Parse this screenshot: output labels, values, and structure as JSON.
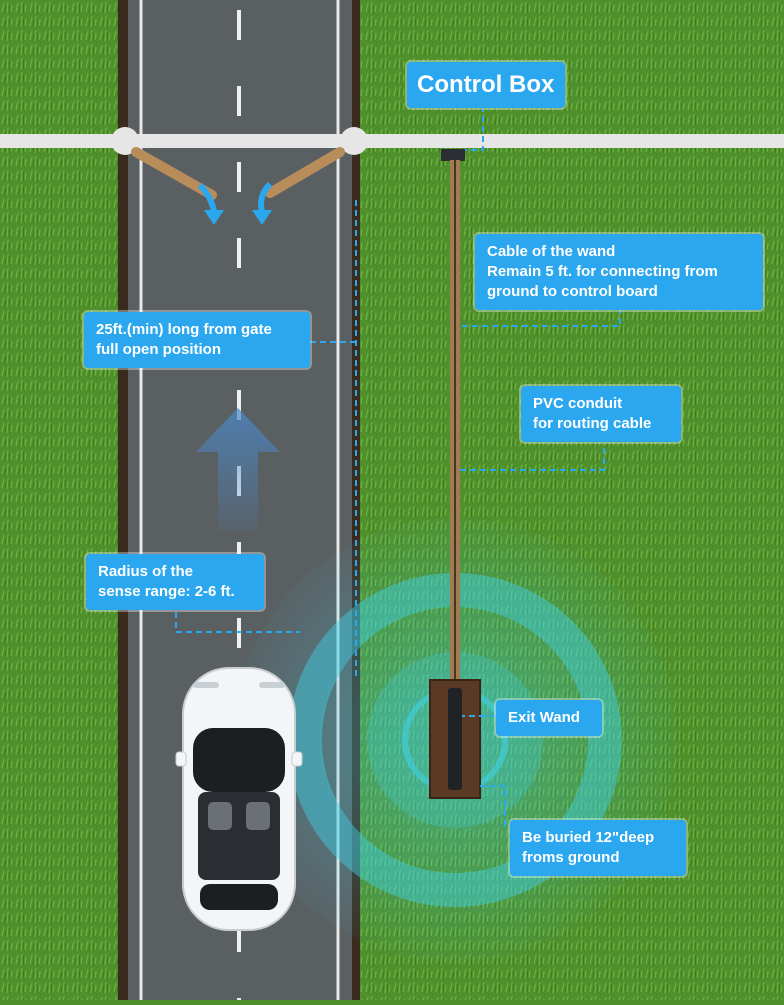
{
  "labels": {
    "control_box": "Control Box",
    "cable": "Cable of the wand\nRemain 5 ft. for connecting from\nground to control board",
    "gate_distance": "25ft.(min) long from gate\nfull open position",
    "pvc": "PVC conduit\nfor routing cable",
    "radius": "Radius of the\nsense range: 2-6 ft.",
    "exit_wand": "Exit Wand",
    "buried": "Be buried 12\"deep\nfroms ground"
  },
  "colors": {
    "grass": "#4f8f2c",
    "road": "#5a5f62",
    "label_bg": "#2aa7ee",
    "wave": "#3fd0e6",
    "gate_arm": "#b98d5a"
  }
}
